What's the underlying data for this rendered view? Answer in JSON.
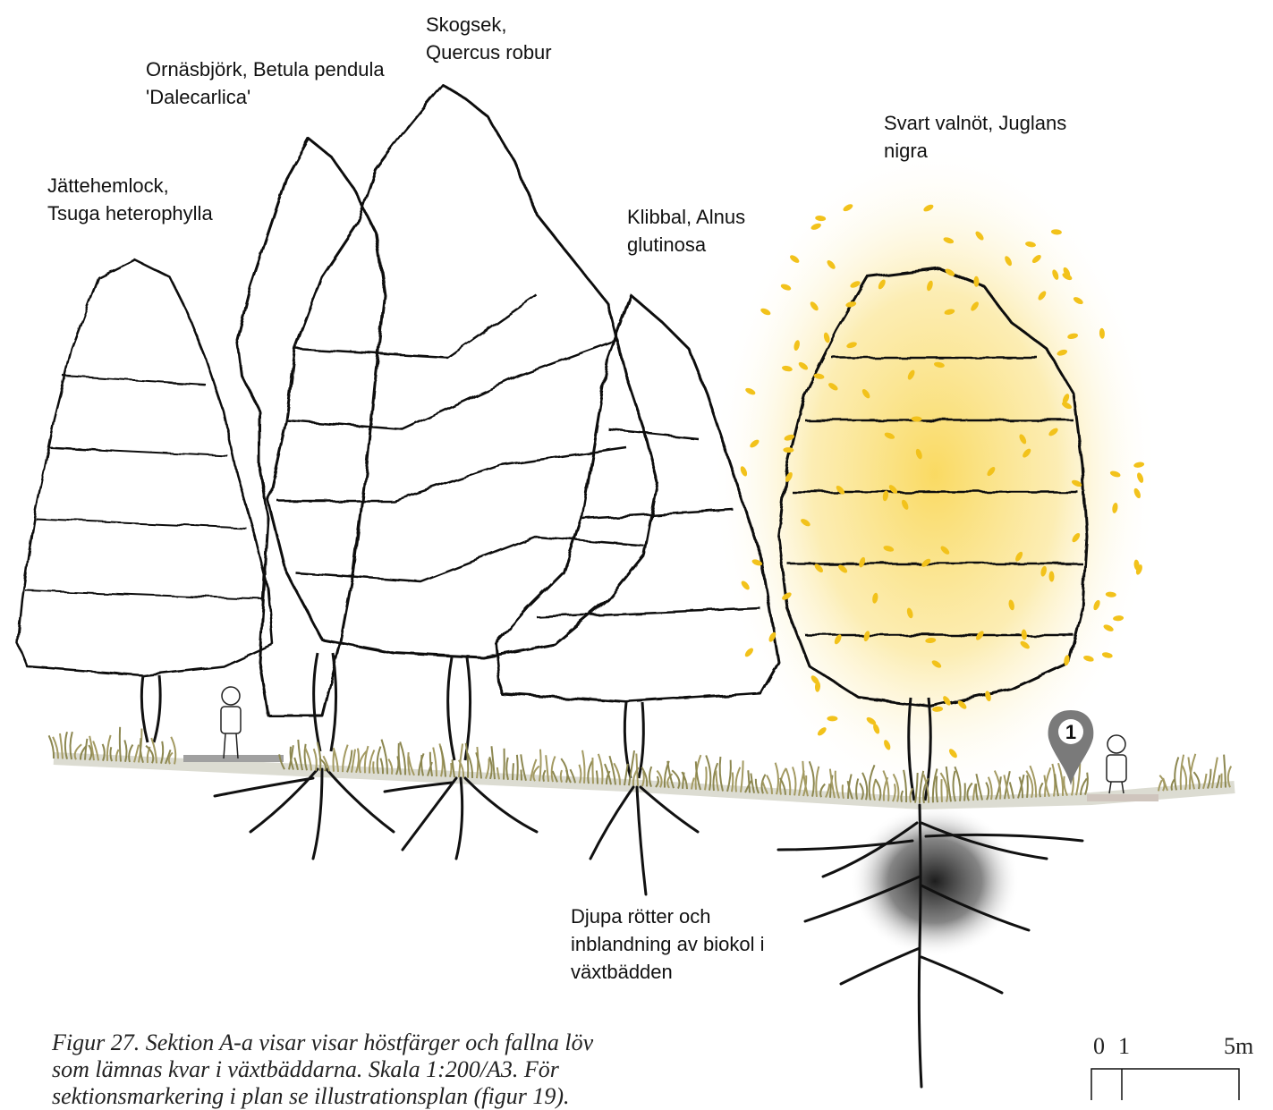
{
  "labels": {
    "tsuga": [
      "Jättehemlock,",
      "Tsuga heterophylla"
    ],
    "betula": [
      "Ornäsbjörk, Betula pendula",
      "'Dalecarlica'"
    ],
    "quercus": [
      "Skogsek,",
      "Quercus robur"
    ],
    "alnus": [
      "Klibbal, Alnus",
      "glutinosa"
    ],
    "juglans": [
      "Svart valnöt, Juglans",
      "nigra"
    ],
    "roots": [
      "Djupa rötter och",
      "inblandning av biokol i",
      "växtbädden"
    ]
  },
  "marker": {
    "number": "1"
  },
  "caption": {
    "lines": [
      "Figur 27. Sektion A-a visar visar höstfärger och fallna löv",
      "som lämnas kvar i växtbäddarna. Skala 1:200/A3. För",
      "sektionsmarkering i plan se illustrationsplan (figur 19)."
    ]
  },
  "scale_bar": {
    "ticks": [
      "0",
      "1",
      "5m"
    ]
  },
  "colors": {
    "leaf_yellow": "#f2c21b",
    "glow": "#fbe79a",
    "grass": "#a39a62",
    "ink": "#111111",
    "marker": "#7a7a7a"
  }
}
